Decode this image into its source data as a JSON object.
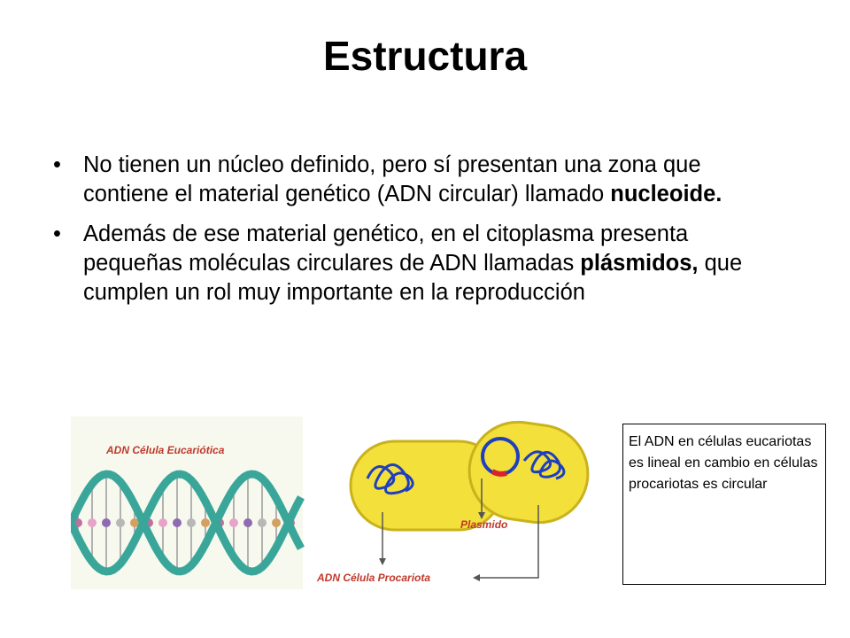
{
  "slide": {
    "title": "Estructura",
    "bullets": [
      {
        "before": "No tienen un núcleo definido, pero sí presentan una zona que contiene el material genético (ADN circular) llamado ",
        "bold": "nucleoide.",
        "after": ""
      },
      {
        "before": "Además de ese material genético, en el citoplasma presenta pequeñas moléculas circulares de ADN llamadas ",
        "bold": "plásmidos,",
        "after": " que cumplen un rol muy importante en la reproducción"
      }
    ],
    "bullet_symbol": "•"
  },
  "figure": {
    "label_eukaryote": "ADN Célula Eucariótica",
    "label_plasmid": "Plasmido",
    "label_prokaryote": "ADN Célula Procariota",
    "label_color": "#c0392b",
    "helix_color": "#3aa69a",
    "cell_color": "#f3e03a",
    "dna_color": "#1f3fbf"
  },
  "note": {
    "text": "El ADN en células eucariotas es lineal en cambio en células procariotas es circular"
  }
}
